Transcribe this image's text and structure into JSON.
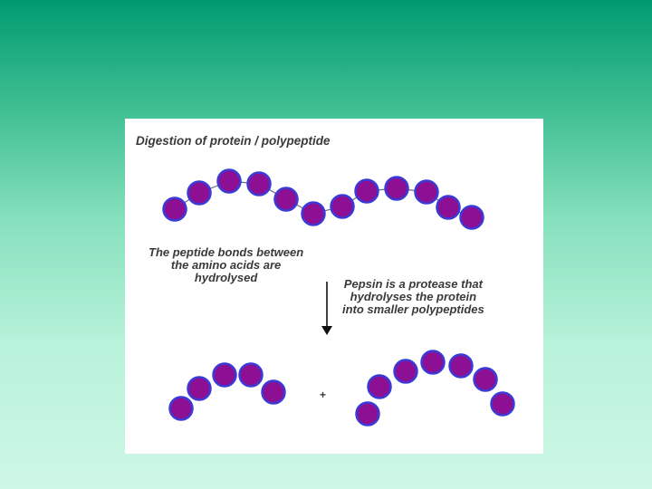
{
  "diagram": {
    "title": "Digestion of protein / polypeptide",
    "note_bonds": [
      "The peptide bonds between",
      "the amino acids are",
      "hydrolysed"
    ],
    "note_pepsin": [
      "Pepsin is a protease that",
      "hydrolyses the protein",
      "into smaller polypeptides"
    ],
    "plus_sign": "+"
  },
  "colors": {
    "bead_fill": "#8d0f93",
    "bead_outline": "#3a3ad6",
    "bond": "#6a6a8a",
    "arrow": "#111111",
    "text": "#3a3a3a"
  }
}
